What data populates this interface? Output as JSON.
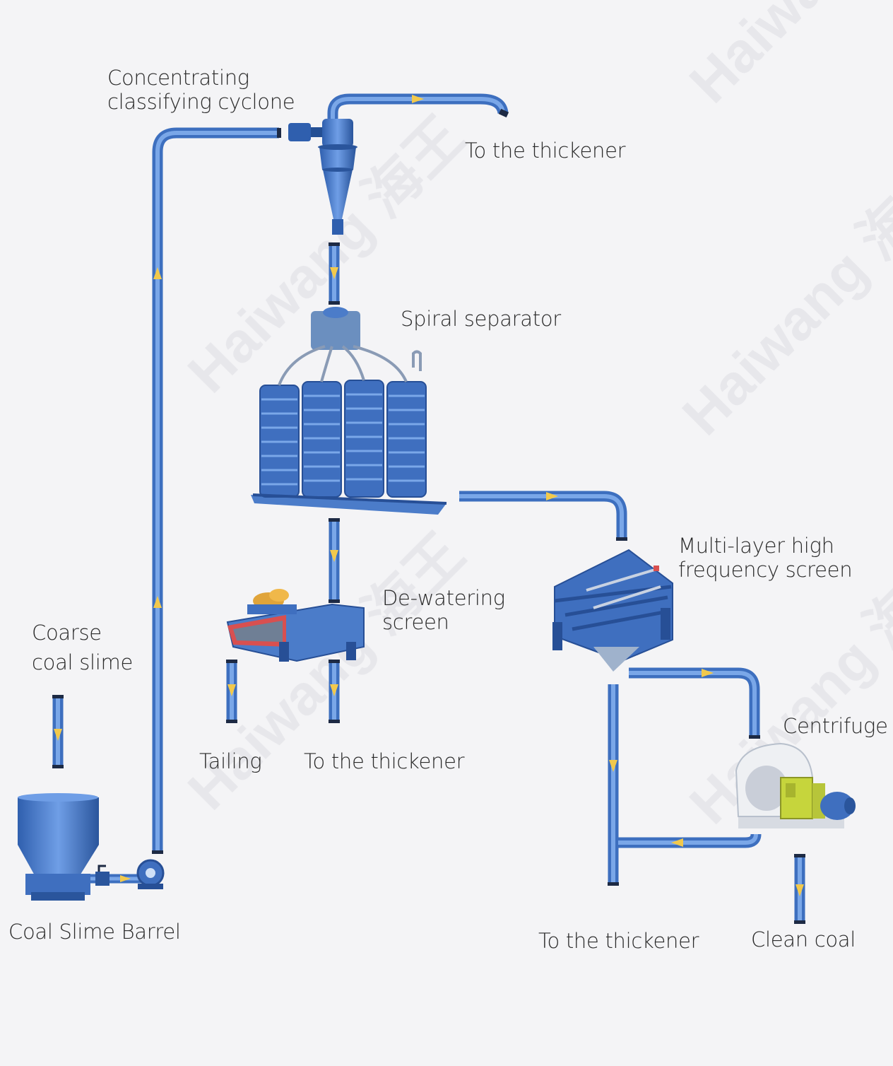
{
  "labels": {
    "cyclone": "Concentrating\nclassifying cyclone",
    "thickener_top": "To the thickener",
    "spiral": "Spiral separator",
    "multilayer": "Multi-layer high\nfrequency screen",
    "dewatering": "De-watering\nscreen",
    "coarse": "Coarse\ncoal slime",
    "centrifuge": "Centrifuge",
    "tailing": "Tailing",
    "thickener_mid": "To the thickener",
    "barrel": "Coal Slime Barrel",
    "thickener_bottom": "To the thickener",
    "clean_coal": "Clean coal"
  },
  "watermark": "Haiwang 海王",
  "colors": {
    "pipe": "#5b8fd6",
    "pipe_dark": "#3d6fbf",
    "arrow": "#f2c94c",
    "equipment": "#3f6fbf",
    "equipment_light": "#7aa7e8",
    "text": "#2a2a2a",
    "background": "#f4f4f6"
  }
}
